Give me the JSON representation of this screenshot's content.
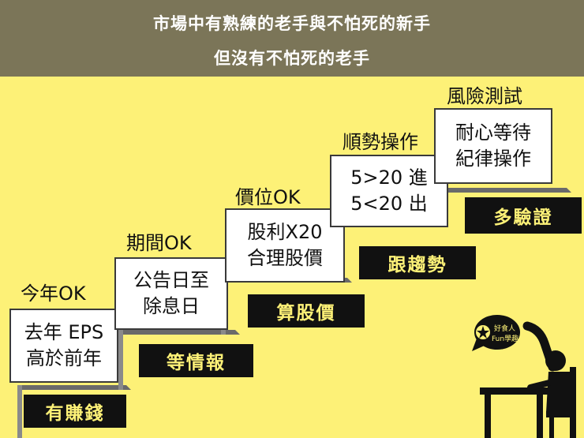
{
  "banner": {
    "line1": "市場中有熟練的老手與不怕死的新手",
    "line2": "但沒有不怕死的老手"
  },
  "steps": [
    {
      "label": "今年OK",
      "box": [
        "去年 EPS",
        "高於前年"
      ],
      "result": "有賺錢"
    },
    {
      "label": "期間OK",
      "box": [
        "公告日至",
        "除息日"
      ],
      "result": "等情報"
    },
    {
      "label": "價位OK",
      "box": [
        "股利X20",
        "合理股價"
      ],
      "result": "算股價"
    },
    {
      "label": "順勢操作",
      "box": [
        "5>20 進",
        "5<20 出"
      ],
      "result": "跟趨勢"
    },
    {
      "label": "風險測試",
      "box": [
        "耐心等待",
        "紀律操作"
      ],
      "result": "多驗證"
    }
  ],
  "logo": {
    "line1": "好食人",
    "line2": "Fun學趣"
  },
  "colors": {
    "background": "#fdf177",
    "banner": "#7b7558",
    "result_bg": "#111111",
    "result_text": "#fdf177"
  }
}
